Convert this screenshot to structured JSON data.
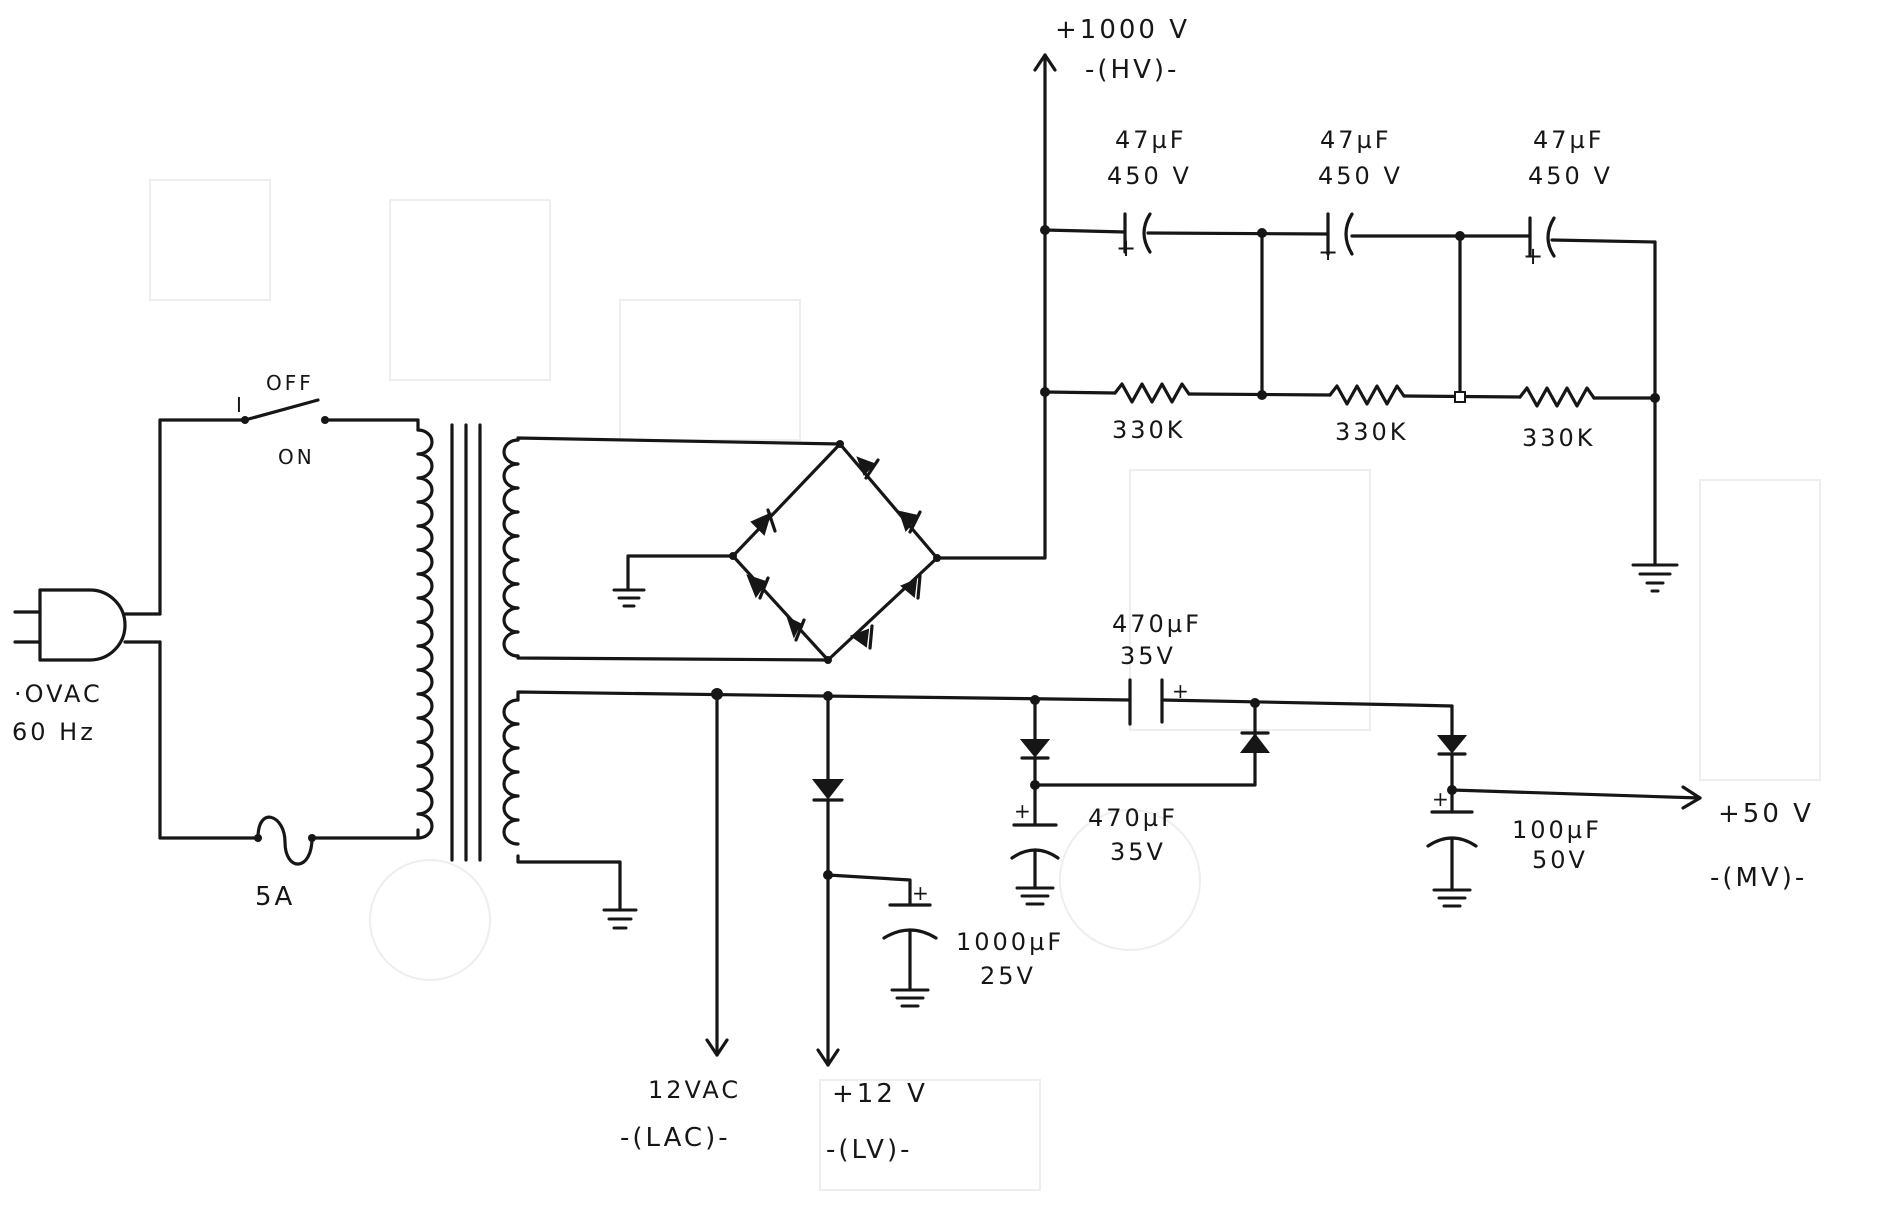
{
  "diagram": {
    "hv_output": {
      "voltage": "+1000 V",
      "name": "-(HV)-"
    },
    "hv_caps": [
      {
        "value": "47µF",
        "rating": "450 V",
        "polarity": "+"
      },
      {
        "value": "47µF",
        "rating": "450 V",
        "polarity": "+"
      },
      {
        "value": "47µF",
        "rating": "450 V",
        "polarity": "+"
      }
    ],
    "bleeder_resistors": [
      {
        "value": "330K"
      },
      {
        "value": "330K"
      },
      {
        "value": "330K"
      }
    ],
    "switch": {
      "off_label": "OFF",
      "on_label": "ON",
      "pos_mark": "I"
    },
    "mains": {
      "voltage": "·OVAC",
      "frequency": "60 Hz"
    },
    "fuse": {
      "rating": "5A"
    },
    "doubler_cap": {
      "value": "470µF",
      "rating": "35V",
      "polarity": "+"
    },
    "mv_filter_cap": {
      "value": "470µF",
      "rating": "35V",
      "polarity": "+"
    },
    "mv_output_cap": {
      "value": "100µF",
      "rating": "50V",
      "polarity": "+"
    },
    "mv_output": {
      "voltage": "+50 V",
      "name": "-(MV)-"
    },
    "lv_filter_cap": {
      "value": "1000µF",
      "rating": "25V",
      "polarity": "+"
    },
    "lac_output": {
      "voltage": "12VAC",
      "name": "-(LAC)-"
    },
    "lv_output": {
      "voltage": "+12 V",
      "name": "-(LV)-"
    }
  }
}
